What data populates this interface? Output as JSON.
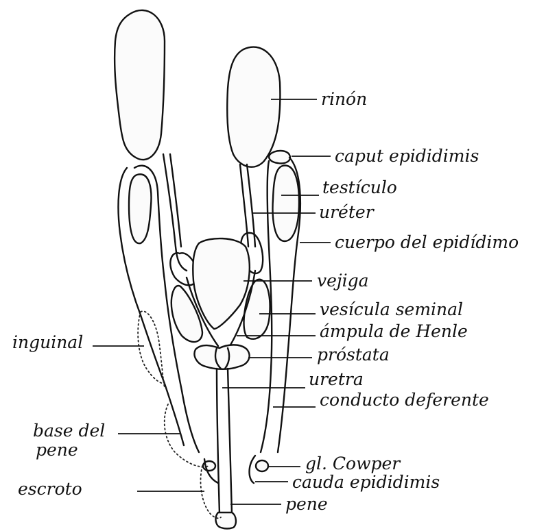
{
  "labels": {
    "rinon": "rinón",
    "caput_epididimis": "caput epididimis",
    "testiculo": "testículo",
    "ureter": "uréter",
    "cuerpo_epididimo": "cuerpo del epidídimo",
    "vejiga": "vejiga",
    "vesicula_seminal": "vesícula seminal",
    "ampula_henle": "ámpula de Henle",
    "prostata": "próstata",
    "uretra": "uretra",
    "conducto_deferente": "conducto deferente",
    "inguinal": "inguinal",
    "base_del_pene_1": "base del",
    "base_del_pene_2": "pene",
    "gl_cowper": "gl. Cowper",
    "cauda_epididimis": "cauda epididimis",
    "escroto": "escroto",
    "pene": "pene"
  }
}
